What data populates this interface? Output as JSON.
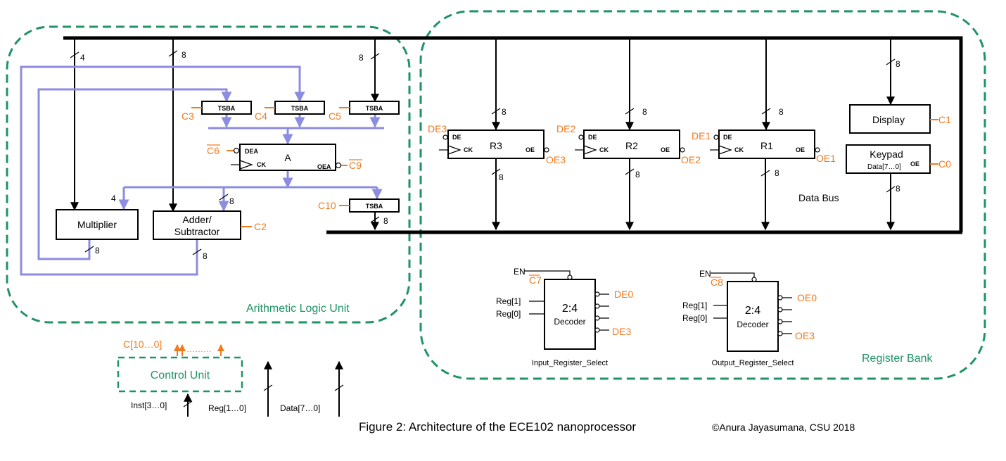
{
  "blocks": {
    "alu_label": "Arithmetic Logic Unit",
    "register_bank_label": "Register Bank",
    "control_unit": "Control Unit",
    "multiplier": "Multiplier",
    "adder_line1": "Adder/",
    "adder_line2": "Subtractor",
    "acc": "A",
    "r3": "R3",
    "r2": "R2",
    "r1": "R1",
    "display": "Display",
    "keypad": "Keypad",
    "keypad_data": "Data[7…0]",
    "tsba": "TSBA",
    "data_bus": "Data Bus",
    "decoder_ratio": "2:4",
    "decoder": "Decoder",
    "input_select": "Input_Register_Select",
    "output_select": "Output_Register_Select"
  },
  "pins": {
    "dea": "DEA",
    "ck": "CK",
    "oea": "OEA",
    "de": "DE",
    "oe": "OE",
    "en": "EN",
    "reg1": "Reg[1]",
    "reg0": "Reg[0]"
  },
  "signals": {
    "c0": "C0",
    "c1": "C1",
    "c2": "C2",
    "c3": "C3",
    "c4": "C4",
    "c5": "C5",
    "c6": "C6",
    "c7": "C7",
    "c8": "C8",
    "c9": "C9",
    "c10": "C10",
    "c_bus": "C[10…0]",
    "c_dots": "………",
    "de3": "DE3",
    "de2": "DE2",
    "de1": "DE1",
    "de0": "DE0",
    "oe3": "OE3",
    "oe2": "OE2",
    "oe1": "OE1",
    "oe0": "OE0"
  },
  "widths": {
    "w4": "4",
    "w8": "8"
  },
  "inputs": {
    "inst": "Inst[3…0]",
    "reg": "Reg[1…0]",
    "data": "Data[7…0]"
  },
  "caption": {
    "figure": "Figure 2: Architecture of the ECE102 nanoprocessor",
    "copyright": "©Anura Jayasumana, CSU 2018"
  },
  "colors": {
    "alu_wiring": "#8c8ce0",
    "control_signals": "#f07a1e",
    "group_outline": "#1e9464",
    "bus": "#000000"
  }
}
